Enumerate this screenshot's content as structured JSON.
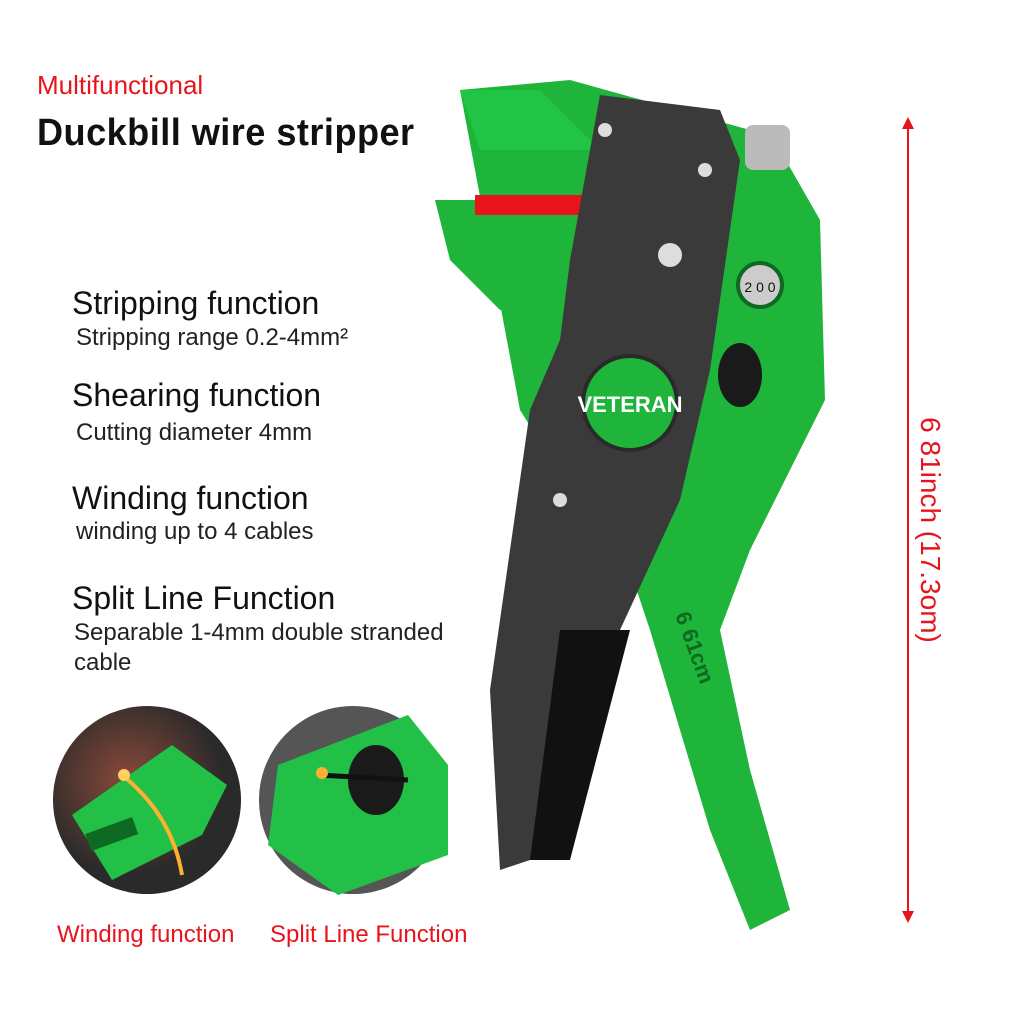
{
  "header": {
    "subtitle": "Multifunctional",
    "title": "Duckbill wire stripper"
  },
  "features": [
    {
      "title": "Stripping function",
      "desc": "Stripping range 0.2-4mm²"
    },
    {
      "title": "Shearing function",
      "desc": "Cutting diameter 4mm"
    },
    {
      "title": "Winding function",
      "desc": "winding up to 4 cables"
    },
    {
      "title": "Split Line Function",
      "desc": "Separable 1-4mm double stranded cable"
    }
  ],
  "insets": [
    {
      "caption": "Winding function"
    },
    {
      "caption": "Split Line Function"
    }
  ],
  "product": {
    "brand": "VETERAN",
    "handle_mark": "6 61cm",
    "dial_numbers": "2 0 0"
  },
  "dimension": {
    "label": "6 81inch (17.3om)"
  },
  "colors": {
    "accent": "#e8141c",
    "tool_green": "#1fb53a",
    "tool_dark": "#3a3a3a"
  }
}
